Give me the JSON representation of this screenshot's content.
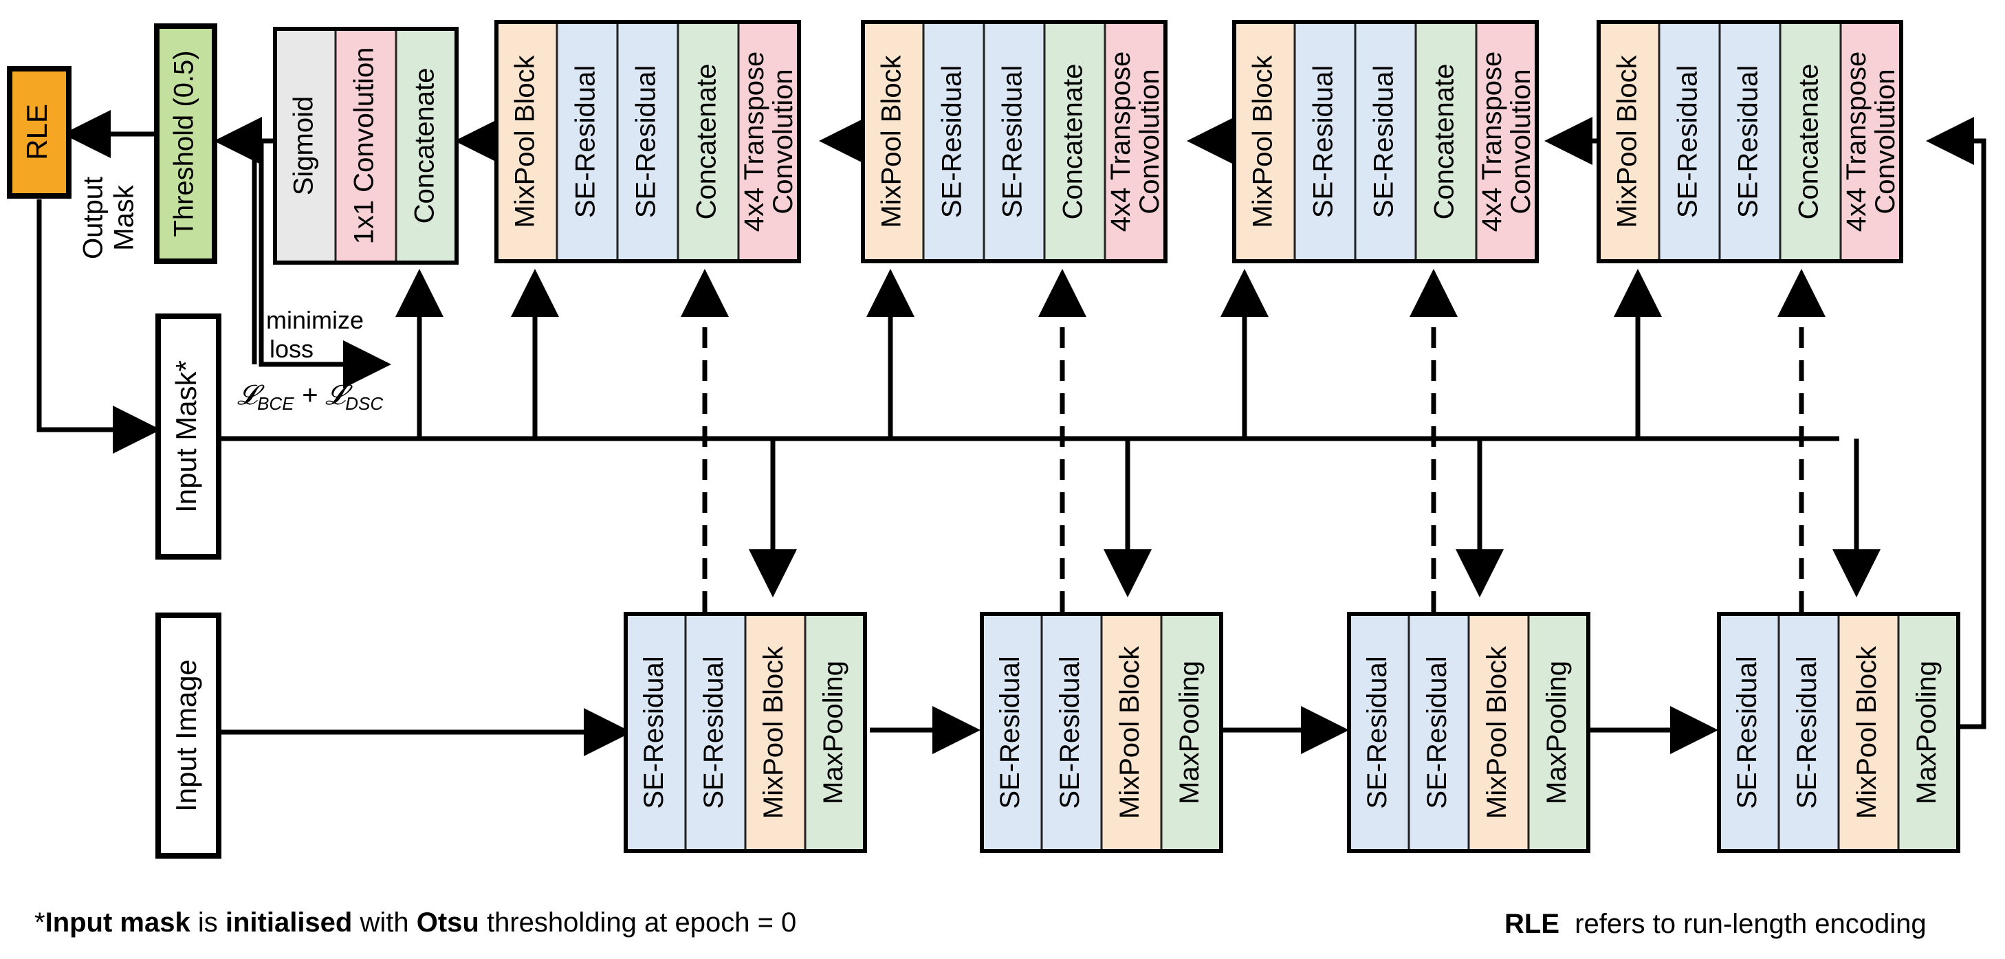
{
  "colors": {
    "se_residual": "#dbe7f4",
    "mixpool": "#fbe5cf",
    "maxpooling": "#d9ead9",
    "concatenate": "#d9ead9",
    "transpose_conv": "#f7d1d6",
    "conv1x1": "#f7d1d6",
    "sigmoid": "#e8e8e8",
    "threshold": "#c4e09f",
    "rle": "#f5a623",
    "line": "#000000"
  },
  "labels": {
    "rle": "RLE",
    "output_mask_line1": "Output",
    "output_mask_line2": "Mask",
    "threshold": "Threshold (0.5)",
    "input_mask": "Input Mask*",
    "input_image": "Input Image",
    "minimize_line1": "minimize",
    "minimize_line2": "loss",
    "loss_formula": "𝓛BCE + 𝓛DSC",
    "loss_bce": "BCE",
    "loss_dsc": "DSC"
  },
  "final_head": [
    "Sigmoid",
    "1x1 Convolution",
    "Concatenate"
  ],
  "decoder_blocks": [
    [
      "MixPool Block",
      "SE-Residual",
      "SE-Residual",
      "Concatenate",
      "4x4 Transpose Convolution"
    ],
    [
      "MixPool Block",
      "SE-Residual",
      "SE-Residual",
      "Concatenate",
      "4x4 Transpose Convolution"
    ],
    [
      "MixPool Block",
      "SE-Residual",
      "SE-Residual",
      "Concatenate",
      "4x4 Transpose Convolution"
    ],
    [
      "MixPool Block",
      "SE-Residual",
      "SE-Residual",
      "Concatenate",
      "4x4 Transpose Convolution"
    ]
  ],
  "encoder_blocks": [
    [
      "SE-Residual",
      "SE-Residual",
      "MixPool Block",
      "MaxPooling"
    ],
    [
      "SE-Residual",
      "SE-Residual",
      "MixPool Block",
      "MaxPooling"
    ],
    [
      "SE-Residual",
      "SE-Residual",
      "MixPool Block",
      "MaxPooling"
    ],
    [
      "SE-Residual",
      "SE-Residual",
      "MixPool Block",
      "MaxPooling"
    ]
  ],
  "footnotes": {
    "left_prefix": "*",
    "left_b1": "Input mask",
    "left_t1": " is ",
    "left_b2": "initialised",
    "left_t2": " with ",
    "left_b3": "Otsu",
    "left_t3": " thresholding at epoch = 0",
    "right_b1": "RLE",
    "right_t1": "  refers to run-length encoding"
  }
}
